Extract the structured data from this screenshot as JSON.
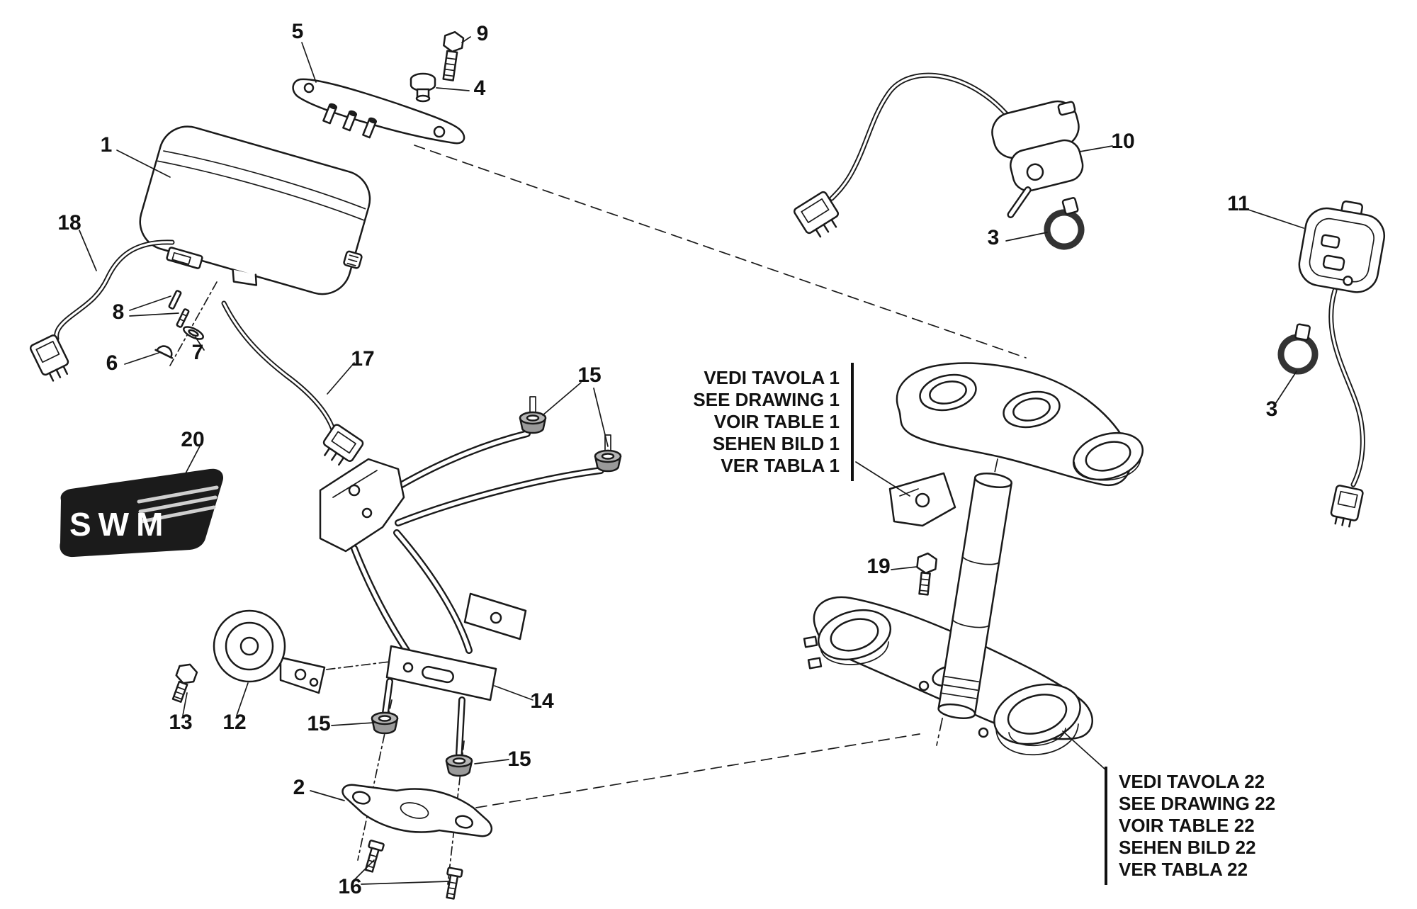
{
  "diagram": {
    "background": "#ffffff",
    "line_color": "#1a1a1a"
  },
  "logo": {
    "text": "SWM"
  },
  "callouts": [
    {
      "label": "1"
    },
    {
      "label": "5"
    },
    {
      "label": "9"
    },
    {
      "label": "4"
    },
    {
      "label": "18"
    },
    {
      "label": "8"
    },
    {
      "label": "7"
    },
    {
      "label": "6"
    },
    {
      "label": "17"
    },
    {
      "label": "20"
    },
    {
      "label": "15"
    },
    {
      "label": "10"
    },
    {
      "label": "3"
    },
    {
      "label": "11"
    },
    {
      "label": "3"
    },
    {
      "label": "19"
    },
    {
      "label": "13"
    },
    {
      "label": "12"
    },
    {
      "label": "15"
    },
    {
      "label": "14"
    },
    {
      "label": "15"
    },
    {
      "label": "2"
    },
    {
      "label": "16"
    }
  ],
  "reference_boxes": [
    {
      "id": "table-1",
      "lines": [
        "VEDI TAVOLA 1",
        "SEE DRAWING 1",
        "VOIR TABLE 1",
        "SEHEN BILD 1",
        "VER TABLA 1"
      ]
    },
    {
      "id": "table-22",
      "lines": [
        "VEDI TAVOLA 22",
        "SEE DRAWING 22",
        "VOIR TABLE 22",
        "SEHEN BILD 22",
        "VER TABLA 22"
      ]
    }
  ]
}
